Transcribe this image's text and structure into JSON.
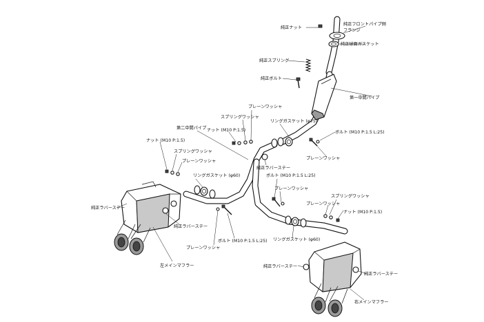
{
  "labels": {
    "oem_nut": "純正ナット",
    "oem_front_pipe_flange": "純正フロントパイプ側",
    "oem_front_pipe_flange_2": "フランジ",
    "oem_ball_gasket": "純正球面ガスケット",
    "oem_spring": "純正スプリング",
    "oem_bolt": "純正ボルト",
    "first_center_pipe": "第一中間パイプ",
    "plain_washer_top": "プレーンワッシャ",
    "spring_washer_top": "スプリングワッシャ",
    "nut_top": "ナット (M10 P:1.5)",
    "ring_gasket_75": "リングガスケット (φ75)",
    "second_center_pipe": "第二中間パイプ",
    "bolt_right_top": "ボルト (M10 P:1.5 L:25)",
    "plain_washer_right_top": "プレーンワッシャ",
    "oem_rubber_stay_center": "純正ラバーステー",
    "nut_left": "ナット (M10 P:1.5)",
    "spring_washer_left": "スプリングワッシャ",
    "plain_washer_left": "プレーンワッシャ",
    "ring_gasket_60_left": "リングガスケット (φ60)",
    "oem_rubber_stay_left": "純正ラバーステー",
    "oem_rubber_stay_left_bottom": "純正ラバーステー",
    "plain_washer_bottom": "プレーンワッシャ",
    "bolt_bottom": "ボルト (M10 P:1.5 L:25)",
    "left_main_muffler": "左メインマフラー",
    "bolt_right_mid": "ボルト (M10 P:1.5 L:25)",
    "plain_washer_right_mid": "プレーンワッシャ",
    "spring_washer_right": "スプリングワッシャ",
    "plain_washer_right": "プレーンワッシャ",
    "nut_right": "ナット (M10 P:1.5)",
    "ring_gasket_60_right": "リングガスケット (φ60)",
    "oem_rubber_stay_right_a": "純正ラバーステー",
    "oem_rubber_stay_right_b": "純正ラバーステー",
    "right_main_muffler": "右メインマフラー"
  },
  "icons": {
    "left_muffler": "muffler-icon",
    "right_muffler": "muffler-icon",
    "spring": "spring-icon",
    "bolt": "bolt-icon",
    "nut": "nut-icon",
    "washer": "washer-icon",
    "gasket": "gasket-icon",
    "flange": "flange-icon"
  }
}
